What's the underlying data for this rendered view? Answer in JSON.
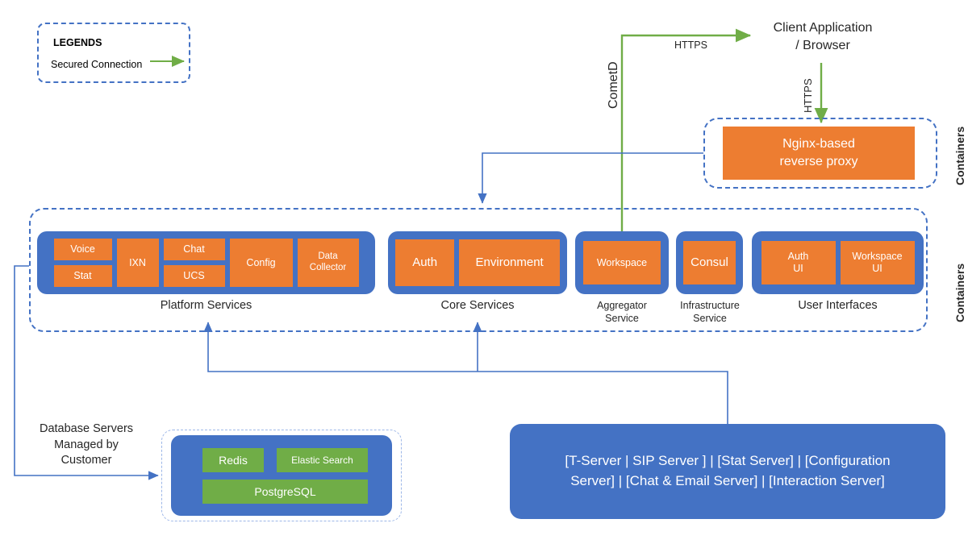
{
  "legend": {
    "title": "LEGENDS",
    "entry_label": "Secured Connection",
    "arrow_color": "#70AD47"
  },
  "colors": {
    "orange": "#ED7D31",
    "blue": "#4472C4",
    "green": "#70AD47",
    "dashed_border": "#4472C4"
  },
  "client": {
    "label": "Client Application\n/ Browser",
    "line1": "Client Application",
    "line2": "/ Browser"
  },
  "connections": {
    "cometd": "CometD",
    "https_top": "HTTPS",
    "https_right": "HTTPS"
  },
  "nginx": {
    "container_label": "Containers",
    "line1": "Nginx-based",
    "line2": "reverse  proxy"
  },
  "services": {
    "container_label": "Containers",
    "groups": [
      {
        "caption": "Platform Services",
        "tiles": [
          "Voice",
          "Stat",
          "IXN",
          "Chat",
          "UCS",
          "Config",
          "Data Collector"
        ]
      },
      {
        "caption": "Core Services",
        "tiles": [
          "Auth",
          "Environment"
        ]
      },
      {
        "caption": "Aggregator Service",
        "caption_line1": "Aggregator",
        "caption_line2": "Service",
        "tiles": [
          "Workspace"
        ]
      },
      {
        "caption": "Infrastructure Service",
        "caption_line1": "Infrastructure",
        "caption_line2": "Service",
        "tiles": [
          "Consul"
        ]
      },
      {
        "caption": "User Interfaces",
        "tiles": [
          "Auth UI",
          "Workspace UI"
        ]
      }
    ],
    "platform": {
      "voice": "Voice",
      "stat": "Stat",
      "ixn": "IXN",
      "chat": "Chat",
      "ucs": "UCS",
      "config": "Config",
      "data_collector_l1": "Data",
      "data_collector_l2": "Collector",
      "caption": "Platform Services"
    },
    "core": {
      "auth": "Auth",
      "environment": "Environment",
      "caption": "Core Services"
    },
    "aggregator": {
      "workspace": "Workspace",
      "caption_l1": "Aggregator",
      "caption_l2": "Service"
    },
    "infrastructure": {
      "consul": "Consul",
      "caption_l1": "Infrastructure",
      "caption_l2": "Service"
    },
    "ui": {
      "auth_l1": "Auth",
      "auth_l2": "UI",
      "workspace_l1": "Workspace",
      "workspace_l2": "UI",
      "caption": "User Interfaces"
    }
  },
  "database": {
    "caption_l1": "Database Servers",
    "caption_l2": "Managed by",
    "caption_l3": "Customer",
    "items": [
      "Redis",
      "Elastic Search",
      "PostgreSQL"
    ],
    "redis": "Redis",
    "elastic": "Elastic Search",
    "postgres": "PostgreSQL"
  },
  "servers": {
    "line1": "[T-Server | SIP Server ] | [Stat Server] | [Configuration",
    "line2": "Server] | [Chat & Email Server] | [Interaction Server]"
  }
}
